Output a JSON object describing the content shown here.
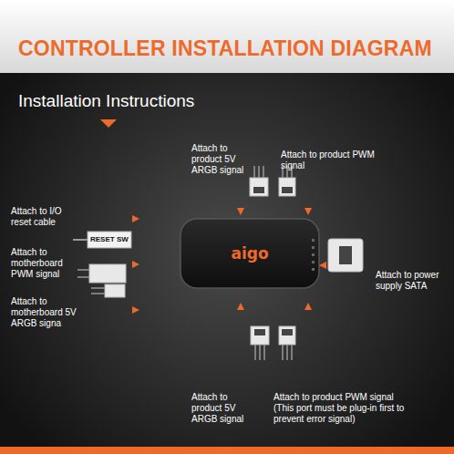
{
  "diagram": {
    "title": "CONTROLLER INSTALLATION DIAGRAM",
    "nodes": [
      {
        "text": [
          "aigo"
        ]
      }
    ],
    "labels": [
      "Installation Instructions",
      "Attach to product 5V ARGB signal",
      "Attach to product PWM signal",
      "Attach to I/O reset cable",
      "RESET SW",
      "Attach to motherboard PWM signal",
      "Attach to motherboard 5V ARGB signa",
      "Attach to power supply SATA",
      "Attach to product 5V ARGB signal",
      "Attach to product PWM signal (This port must be plug-in first to prevent error signal)"
    ]
  }
}
